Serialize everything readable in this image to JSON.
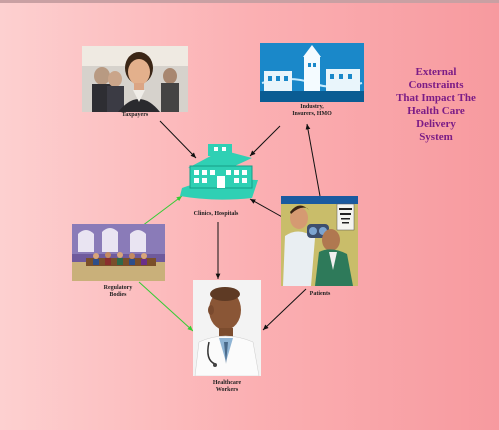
{
  "title": {
    "lines": [
      "External",
      "Constraints",
      "That Impact The",
      "Health Care",
      "Delivery",
      "System"
    ]
  },
  "nodes": {
    "taxpayers": {
      "label": "Taxpayers"
    },
    "industry": {
      "label_lines": [
        "Industry,",
        "Insurers, HMO"
      ]
    },
    "clinics": {
      "label": "Clinics, Hospitals"
    },
    "regulatory": {
      "label_lines": [
        "Regulatory",
        "Bodies"
      ]
    },
    "patients": {
      "label": "Patients"
    },
    "workers": {
      "label_lines": [
        "Healthcare",
        "Workers"
      ]
    }
  },
  "colors": {
    "title": "#7b1c86",
    "arrow_black": "#111111",
    "arrow_green": "#33cc33",
    "clinic_teal": "#33d6b8"
  }
}
